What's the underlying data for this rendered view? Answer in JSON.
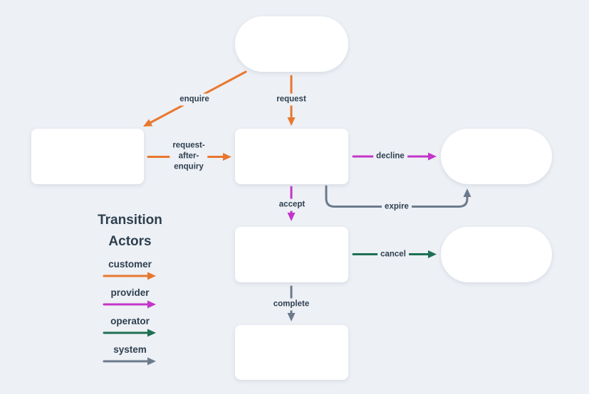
{
  "diagram": {
    "background": "#edf0f5",
    "node_fill": "#ffffff",
    "text_color": "#2e3f4f",
    "nodes": [
      {
        "id": "initial",
        "shape": "pill",
        "label": ""
      },
      {
        "id": "enquired",
        "shape": "rect",
        "label": ""
      },
      {
        "id": "pending",
        "shape": "rect",
        "label": ""
      },
      {
        "id": "declined",
        "shape": "pill",
        "label": ""
      },
      {
        "id": "accepted",
        "shape": "rect",
        "label": ""
      },
      {
        "id": "cancelled",
        "shape": "pill",
        "label": ""
      },
      {
        "id": "delivered",
        "shape": "rect",
        "label": ""
      }
    ]
  },
  "legend": {
    "title_line1": "Transition",
    "title_line2": "Actors",
    "actors": [
      {
        "name": "customer",
        "color": "#e8772e"
      },
      {
        "name": "provider",
        "color": "#c335c9"
      },
      {
        "name": "operator",
        "color": "#1e6f52"
      },
      {
        "name": "system",
        "color": "#6b7b8c"
      }
    ]
  },
  "transitions": [
    {
      "id": "enquire",
      "label": "enquire",
      "actor": "customer"
    },
    {
      "id": "request",
      "label": "request",
      "actor": "customer"
    },
    {
      "id": "request-after-enquiry",
      "label": "request-\nafter-\nenquiry",
      "actor": "customer"
    },
    {
      "id": "decline",
      "label": "decline",
      "actor": "provider"
    },
    {
      "id": "accept",
      "label": "accept",
      "actor": "provider"
    },
    {
      "id": "expire",
      "label": "expire",
      "actor": "system"
    },
    {
      "id": "cancel",
      "label": "cancel",
      "actor": "operator"
    },
    {
      "id": "complete",
      "label": "complete",
      "actor": "system"
    }
  ]
}
